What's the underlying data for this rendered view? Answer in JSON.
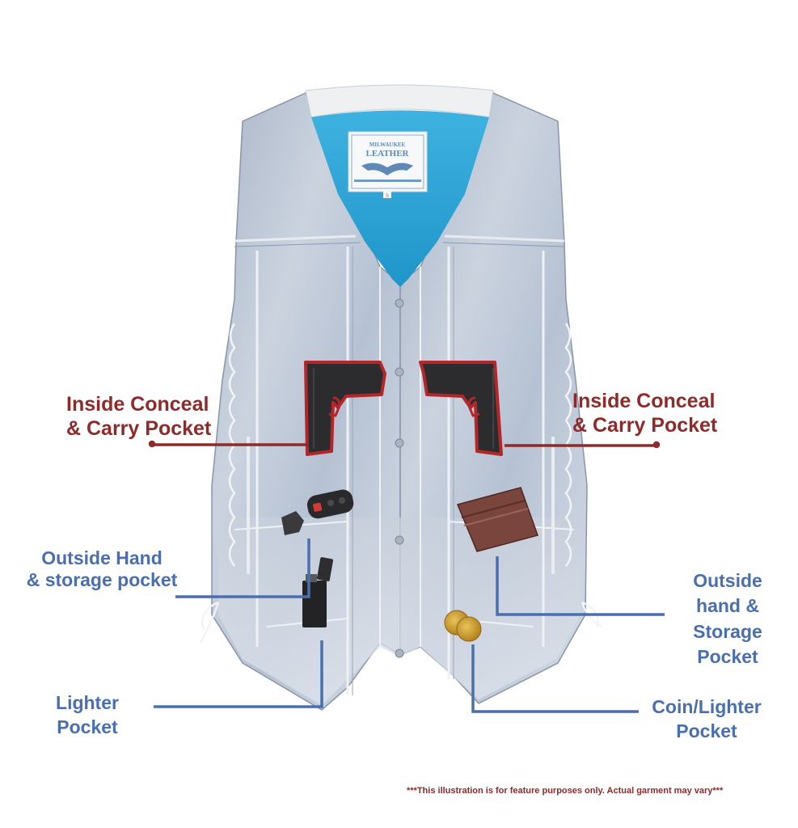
{
  "figure": {
    "subject": "Leather vest with labeled pocket features",
    "brand_label": {
      "line1": "MILWAUKEE",
      "line2": "LEATHER",
      "size": "S"
    },
    "colors": {
      "background": "#ffffff",
      "vest_leather": "#c6cfdc",
      "vest_shadow": "#9aa8bd",
      "lining": "#29a3d6",
      "collar_trim": "#eef0f2",
      "red_callout": "#8e2a2a",
      "blue_callout": "#4a6fae",
      "gun_outline": "#b3262a",
      "gun_body": "#2c2c2e",
      "wallet": "#6e3b33",
      "coin": "#c9972a"
    }
  },
  "callouts": [
    {
      "id": "inside-conceal-left",
      "lines": [
        "Inside Conceal",
        "& Carry Pocket"
      ],
      "color": "red",
      "side": "left"
    },
    {
      "id": "inside-conceal-right",
      "lines": [
        "Inside Conceal",
        "& Carry Pocket"
      ],
      "color": "red",
      "side": "right"
    },
    {
      "id": "outside-hand-left",
      "lines": [
        "Outside Hand",
        "& storage pocket"
      ],
      "color": "blue",
      "side": "left"
    },
    {
      "id": "outside-hand-right",
      "lines": [
        "Outside",
        "hand &",
        "Storage",
        "Pocket"
      ],
      "color": "blue",
      "side": "right"
    },
    {
      "id": "lighter-pocket",
      "lines": [
        "Lighter",
        "Pocket"
      ],
      "color": "blue",
      "side": "left"
    },
    {
      "id": "coin-lighter-pocket",
      "lines": [
        "Coin/Lighter",
        "Pocket"
      ],
      "color": "blue",
      "side": "right"
    }
  ],
  "items_shown": [
    "pistol-left",
    "pistol-right",
    "car-key-fob",
    "lighter",
    "wallet",
    "coins"
  ],
  "disclaimer": "***This illustration is for feature purposes only.  Actual garment may vary***"
}
